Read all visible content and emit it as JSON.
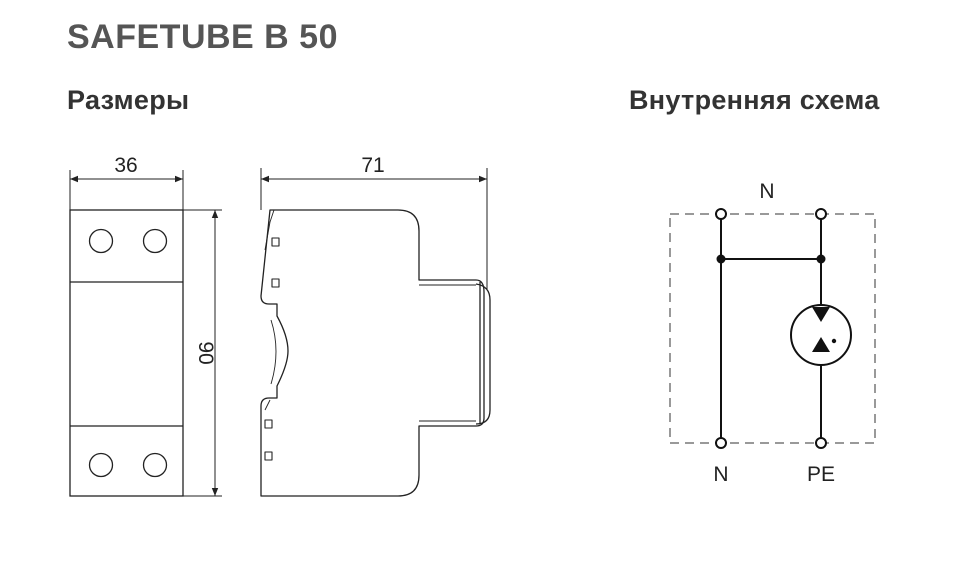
{
  "title": "SAFETUBE B 50",
  "sections": {
    "dimensions_heading": "Размеры",
    "schema_heading": "Внутренняя схема"
  },
  "dimensions": {
    "width": "36",
    "depth": "71",
    "height": "90"
  },
  "schema": {
    "top_label": "N",
    "bottom_left_label": "N",
    "bottom_right_label": "PE"
  }
}
